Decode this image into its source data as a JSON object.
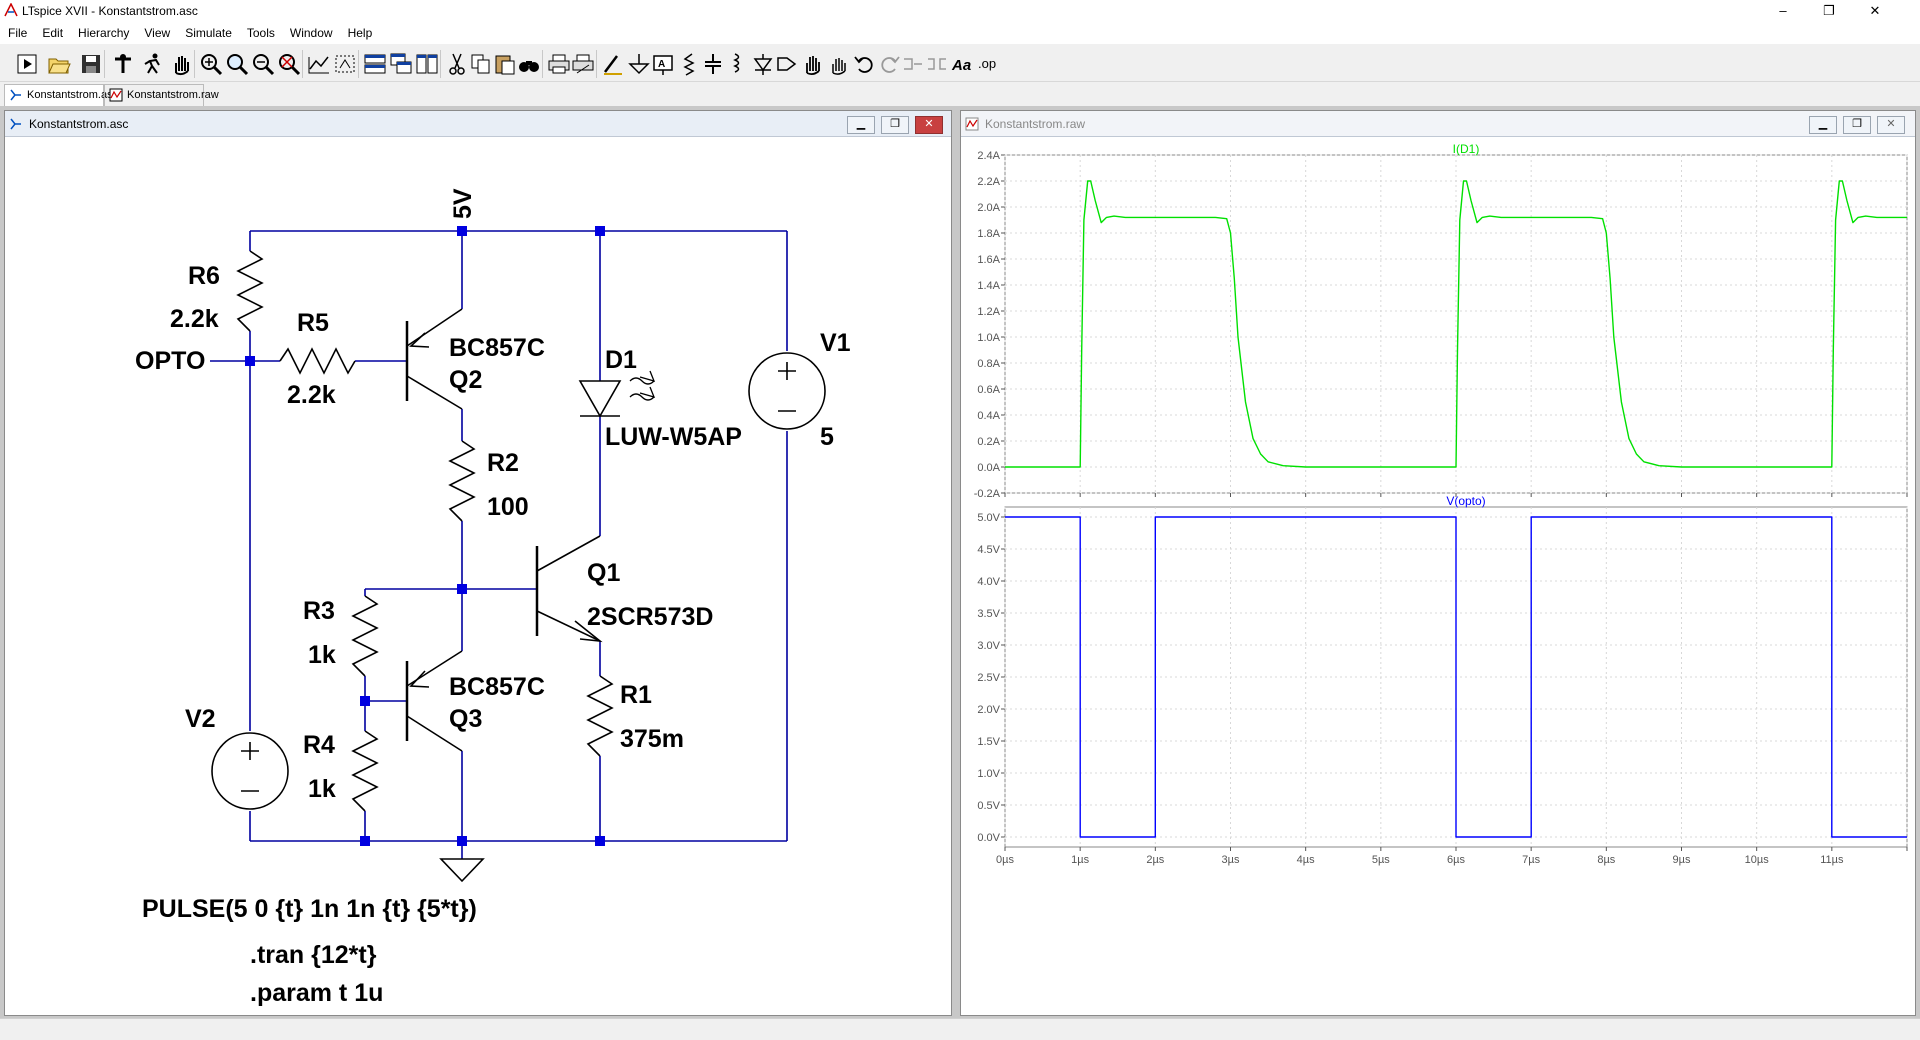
{
  "window": {
    "title": "LTspice XVII - Konstantstrom.asc",
    "minimize": "–",
    "restore": "❐",
    "close": "✕"
  },
  "menu": [
    "File",
    "Edit",
    "Hierarchy",
    "View",
    "Simulate",
    "Tools",
    "Window",
    "Help"
  ],
  "toolbar_icons": [
    "run-icon",
    "open-icon",
    "save-icon",
    "control-panel-icon",
    "run-pause-icon",
    "pan-icon",
    "zoom-in-icon",
    "zoom-area-icon",
    "zoom-out-icon",
    "zoom-cancel-icon",
    "autorange-icon",
    "fit-icon",
    "tile-horizontal-icon",
    "cascade-icon",
    "tile-vertical-icon",
    "cut-icon",
    "copy-icon",
    "paste-icon",
    "find-icon",
    "print-icon",
    "print-setup-icon",
    "wire-icon",
    "ground-icon",
    "label-icon",
    "resistor-icon",
    "capacitor-icon",
    "inductor-icon",
    "diode-icon",
    "component-icon",
    "move-icon",
    "drag-icon",
    "undo-icon",
    "redo-icon",
    "rotate-icon",
    "mirror-icon",
    "text-icon",
    "spice-directive-icon"
  ],
  "toolbar_text": {
    "text_tool": "Aa",
    "op_tool": ".op"
  },
  "tabs": [
    {
      "label": "Konstantstrom.asc",
      "icon": "schematic-icon"
    },
    {
      "label": "Konstantstrom.raw",
      "icon": "waveform-icon"
    }
  ],
  "schematic_window": {
    "title": "Konstantstrom.asc"
  },
  "plot_window": {
    "title": "Konstantstrom.raw"
  },
  "schematic": {
    "net_5v": "5V",
    "net_opto": "OPTO",
    "R6": {
      "name": "R6",
      "value": "2.2k"
    },
    "R5": {
      "name": "R5",
      "value": "2.2k"
    },
    "Q2": {
      "model": "BC857C",
      "name": "Q2"
    },
    "D1": {
      "name": "D1",
      "model": "LUW-W5AP"
    },
    "V1": {
      "name": "V1",
      "value": "5"
    },
    "R2": {
      "name": "R2",
      "value": "100"
    },
    "Q1": {
      "name": "Q1",
      "model": "2SCR573D"
    },
    "R3": {
      "name": "R3",
      "value": "1k"
    },
    "R4": {
      "name": "R4",
      "value": "1k"
    },
    "Q3": {
      "model": "BC857C",
      "name": "Q3"
    },
    "V2": {
      "name": "V2",
      "value": "PULSE(5 0 {t} 1n 1n {t} {5*t})"
    },
    "R1": {
      "name": "R1",
      "value": "375m"
    },
    "directives": [
      ".tran {12*t}",
      ".param t 1u"
    ]
  },
  "chart_data": [
    {
      "type": "line",
      "title": "I(D1)",
      "color": "#00e000",
      "yticks": [
        "2.4A",
        "2.2A",
        "2.0A",
        "1.8A",
        "1.6A",
        "1.4A",
        "1.2A",
        "1.0A",
        "0.8A",
        "0.6A",
        "0.4A",
        "0.2A",
        "0.0A",
        "-0.2A"
      ],
      "ylim": [
        -0.2,
        2.4
      ],
      "xlim": [
        0,
        12
      ],
      "x_unit": "µs",
      "series": [
        {
          "x": [
            0,
            1.0,
            1.02,
            1.05,
            1.1,
            1.14,
            1.2,
            1.28,
            1.35,
            1.45,
            1.6,
            2.0,
            2.8,
            2.95,
            3.0,
            3.05,
            3.1,
            3.2,
            3.3,
            3.4,
            3.5,
            3.7,
            4.0,
            6.0,
            6.02,
            6.05,
            6.1,
            6.14,
            6.2,
            6.28,
            6.35,
            6.45,
            6.6,
            7.0,
            7.8,
            7.95,
            8.0,
            8.05,
            8.1,
            8.2,
            8.3,
            8.4,
            8.5,
            8.7,
            9.0,
            11.0,
            11.02,
            11.05,
            11.1,
            11.14,
            11.2,
            11.28,
            11.35,
            11.45,
            11.6,
            12.0
          ],
          "y": [
            0,
            0,
            0.9,
            1.9,
            2.2,
            2.2,
            2.05,
            1.88,
            1.92,
            1.93,
            1.92,
            1.92,
            1.92,
            1.91,
            1.8,
            1.45,
            1.0,
            0.5,
            0.22,
            0.1,
            0.04,
            0.01,
            0,
            0,
            0.9,
            1.9,
            2.2,
            2.2,
            2.05,
            1.88,
            1.92,
            1.93,
            1.92,
            1.92,
            1.92,
            1.91,
            1.8,
            1.45,
            1.0,
            0.5,
            0.22,
            0.1,
            0.04,
            0.01,
            0,
            0,
            0.9,
            1.9,
            2.2,
            2.2,
            2.05,
            1.88,
            1.92,
            1.93,
            1.92,
            1.92
          ]
        }
      ]
    },
    {
      "type": "line",
      "title": "V(opto)",
      "color": "#0000ff",
      "yticks": [
        "5.0V",
        "4.5V",
        "4.0V",
        "3.5V",
        "3.0V",
        "2.5V",
        "2.0V",
        "1.5V",
        "1.0V",
        "0.5V",
        "0.0V"
      ],
      "ylim": [
        0,
        5
      ],
      "xlim": [
        0,
        12
      ],
      "xticks": [
        "0µs",
        "1µs",
        "2µs",
        "3µs",
        "4µs",
        "5µs",
        "6µs",
        "7µs",
        "8µs",
        "9µs",
        "10µs",
        "11µs"
      ],
      "series": [
        {
          "x": [
            0,
            1,
            1,
            2,
            2,
            6,
            6,
            7,
            7,
            11,
            11,
            12
          ],
          "y": [
            5,
            5,
            0,
            0,
            5,
            5,
            0,
            0,
            5,
            5,
            0,
            0
          ]
        }
      ]
    }
  ]
}
